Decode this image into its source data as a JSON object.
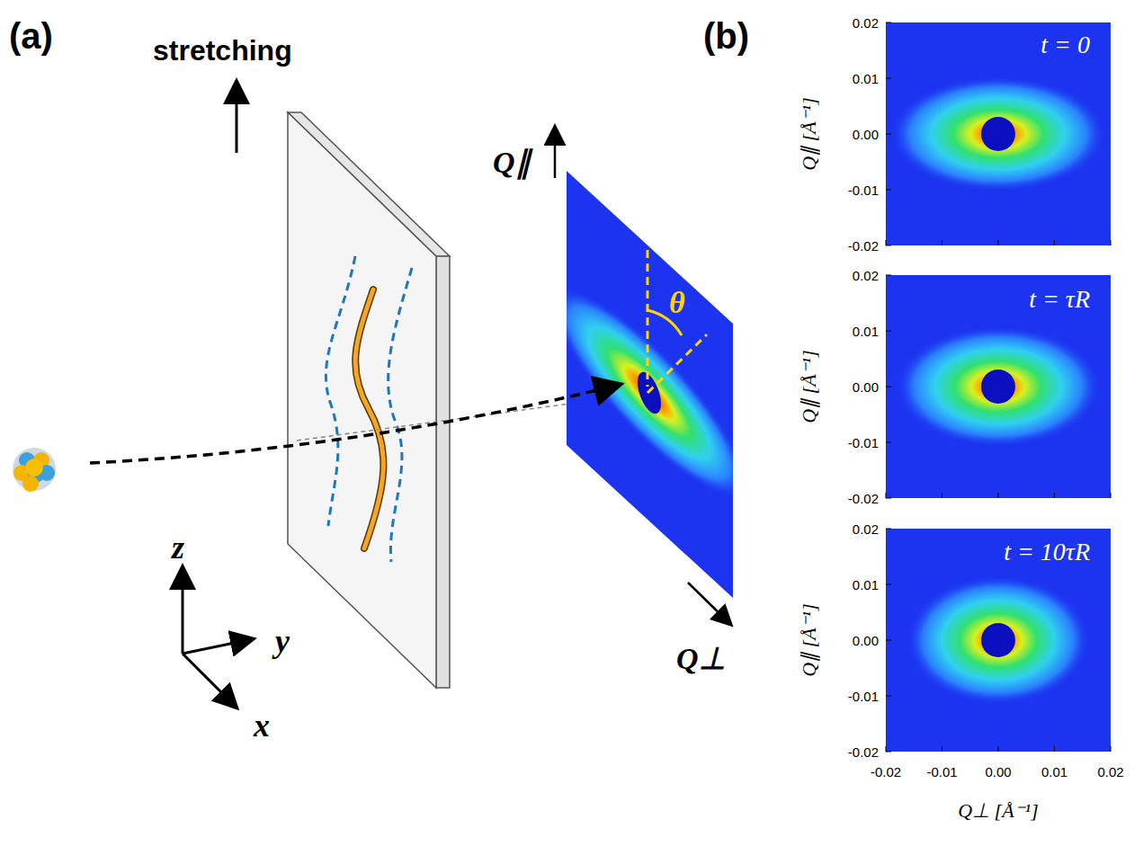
{
  "diagram": {
    "labels": [
      "(a)",
      "stretching",
      "z",
      "y",
      "x",
      "Q∥",
      "Q⊥",
      "θ",
      "(b)",
      "0.02",
      "0.01",
      "0.00",
      "-0.01",
      "-0.02",
      "0.02",
      "0.01",
      "0.00",
      "-0.01",
      "-0.02",
      "0.02",
      "0.01",
      "0.00",
      "-0.01",
      "-0.02",
      "-0.02",
      "-0.01",
      "0.00",
      "0.01",
      "0.02",
      "t = 0",
      "t = τR",
      "t = 10τR",
      "Q∥  [Å⁻¹]",
      "Q∥  [Å⁻¹]",
      "Q∥  [Å⁻¹]",
      "Q⊥  [Å⁻¹]"
    ]
  }
}
